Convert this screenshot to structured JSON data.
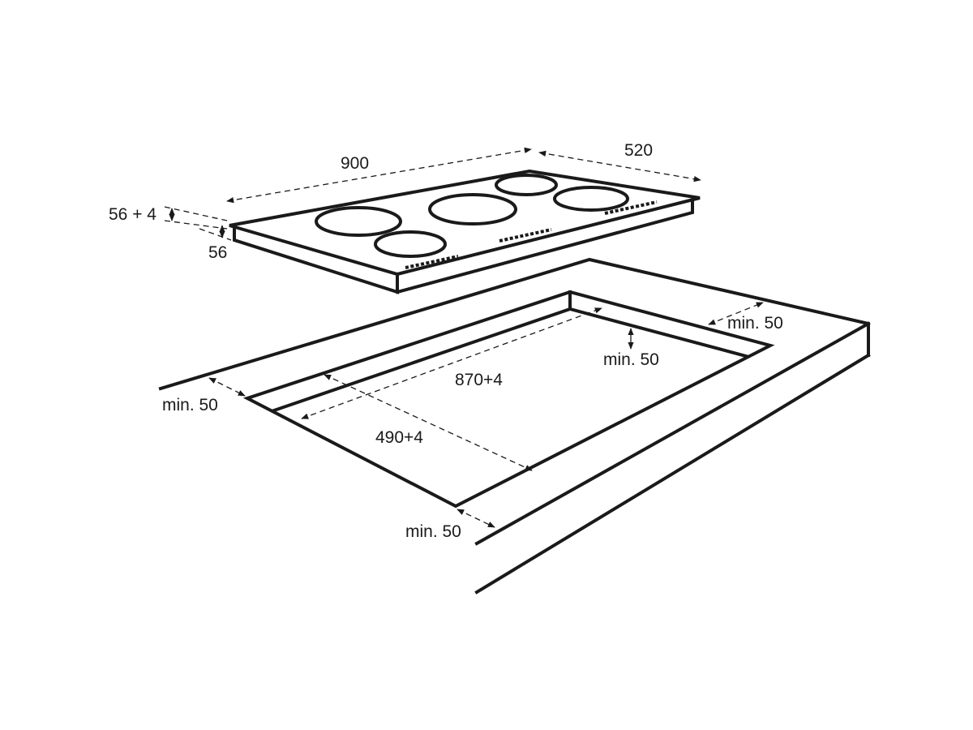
{
  "dimensions": {
    "width": "900",
    "depth": "520",
    "height_total": "56 + 4",
    "height": "56",
    "cutout_width": "870+4",
    "cutout_depth": "490+4",
    "clearance_back": "min. 50",
    "clearance_wall": "min. 50",
    "clearance_left": "min. 50",
    "clearance_front": "min. 50"
  },
  "hob": {
    "burner_count": 5,
    "control_strips": 3
  },
  "colors": {
    "line": "#1a1a1a",
    "background": "#ffffff"
  }
}
